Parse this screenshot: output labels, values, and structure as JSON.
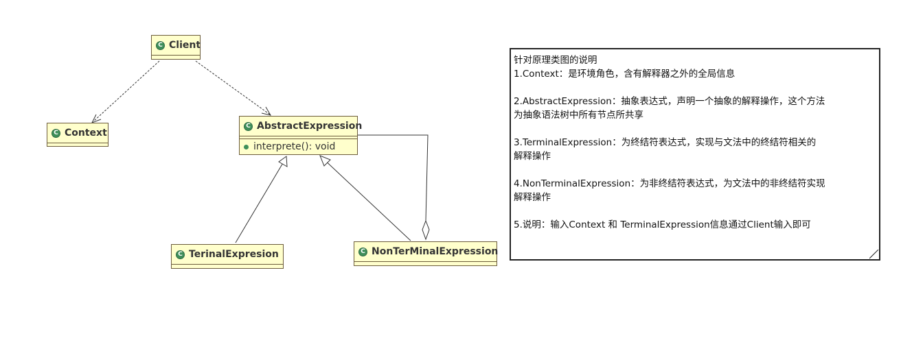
{
  "classes": {
    "client": "Client",
    "context": "Context",
    "abstract_expression": "AbstractExpression",
    "abstract_method": "interprete(): void",
    "terminal_expression": "TerinalExpresion",
    "nonterminal_expression": "NonTerMinalExpression"
  },
  "class_icon_letter": "C",
  "note": {
    "title": "针对原理类图的说明",
    "item1": "1.Context：是环境角色，含有解释器之外的全局信息",
    "item2_l1": "2.AbstractExpression：抽象表达式，声明一个抽象的解释操作，这个方法",
    "item2_l2": "为抽象语法树中所有节点所共享",
    "item3_l1": "3.TerminalExpression：为终结符表达式，实现与文法中的终结符相关的",
    "item3_l2": "解释操作",
    "item4_l1": "4.NonTerminalExpression：为非终结符表达式，为文法中的非终结符实现",
    "item4_l2": "解释操作",
    "item5": "5.说明：输入Context 和 TerminalExpression信息通过Client输入即可"
  },
  "colors": {
    "class_fill": "#ffffcc",
    "class_border": "#6b5b3a",
    "icon_green": "#3f8f5a"
  }
}
